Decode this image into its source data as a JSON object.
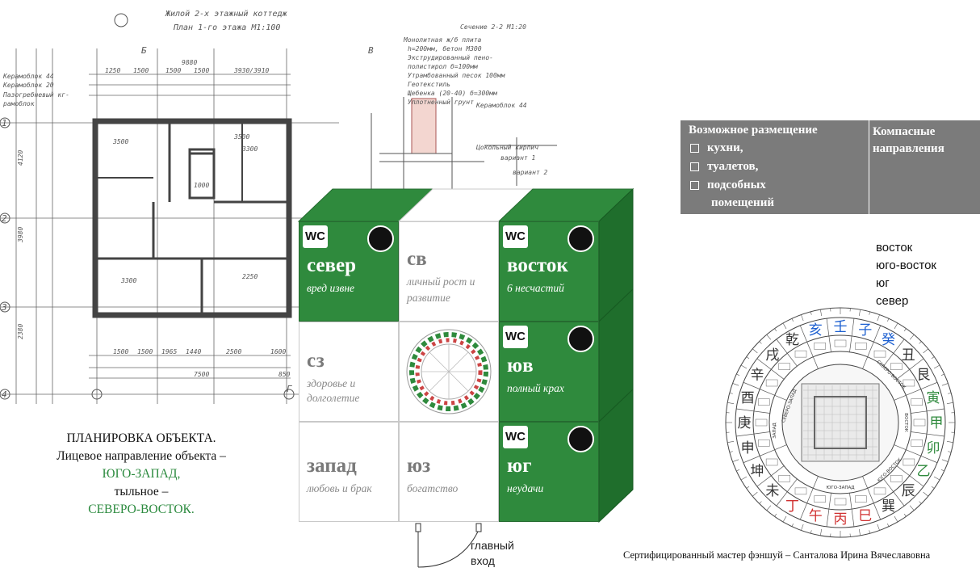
{
  "blueprint": {
    "title_line1": "Жилой 2-х этажный коттедж",
    "title_line2": "План 1-го этажа М1:100",
    "section_title": "Сечение 2-2 М1:20",
    "notes": [
      "Монолитная ж/б плита",
      "h=200мм, бетон М300",
      "Экструдированный пено-",
      "полистирол б=100мм",
      "Утрамбованный песок 100мм",
      "Геотекстиль",
      "Щебенка (20-40) б=300мм",
      "Уплотненный грунт",
      "Керамоблок 44",
      "Цокольный кирпич",
      "вариант 1",
      "вариант 2"
    ],
    "left_notes": [
      "Керамоблок 44",
      "Керамоблок 20",
      "Пазогребневый кг-",
      "рамоблок"
    ],
    "dims_top": [
      "9880",
      "1250",
      "1500",
      "1500",
      "1500",
      "3930/3910"
    ],
    "dims_inner": [
      "3500",
      "3500",
      "3300",
      "3300",
      "1000"
    ],
    "dims_left": [
      "4120",
      "3980",
      "2380"
    ],
    "dims_bottom": [
      "1500",
      "1500",
      "1965",
      "1440",
      "2500",
      "2250",
      "1600",
      "7500",
      "850"
    ],
    "axis_labels": [
      "Б",
      "В",
      "Г",
      "1",
      "2",
      "3",
      "4"
    ]
  },
  "caption": {
    "line1": "ПЛАНИРОВКА ОБЪЕКТА.",
    "line2": "Лицевое направление объекта –",
    "line3": "ЮГО-ЗАПАД,",
    "line4": "тыльное –",
    "line5": "СЕВЕРО-ВОСТОК."
  },
  "grid": {
    "wc_label": "WC",
    "cells": [
      {
        "name": "север",
        "desc1": "вред извне",
        "desc2": ""
      },
      {
        "name": "св",
        "desc1": "личный рост и",
        "desc2": "развитие"
      },
      {
        "name": "восток",
        "desc1": "6 несчастий",
        "desc2": ""
      },
      {
        "name": "сз",
        "desc1": "здоровье и",
        "desc2": "долголетие"
      },
      {
        "name": "юв",
        "desc1": "полный крах",
        "desc2": ""
      },
      {
        "name": "запад",
        "desc1": "любовь и брак",
        "desc2": ""
      },
      {
        "name": "юз",
        "desc1": "богатство",
        "desc2": ""
      },
      {
        "name": "юг",
        "desc1": "неудачи",
        "desc2": ""
      }
    ],
    "entrance_line1": "главный",
    "entrance_line2": "вход"
  },
  "table": {
    "col1_head": "Возможное размещение",
    "items": [
      "кухни,",
      "туалетов,",
      "подсобных",
      "помещений"
    ],
    "col2_line1": "Компасные",
    "col2_line2": "направления"
  },
  "directions": [
    "восток",
    "юго-восток",
    "юг",
    "север"
  ],
  "compass": {
    "chars_outer": [
      "壬",
      "子",
      "癸",
      "丑",
      "艮",
      "寅",
      "甲",
      "卯",
      "乙",
      "辰",
      "巽",
      "巳",
      "丙",
      "午",
      "丁",
      "未",
      "坤",
      "申",
      "庚",
      "酉",
      "辛",
      "戌",
      "乾",
      "亥"
    ],
    "labels": [
      "СЕВЕРО-ЗАПАД",
      "ЮГО-ЗАПАД",
      "ЮГО-ВОСТОК",
      "СЕВЕРО-ВОСТОК",
      "ЗАПАД",
      "ВОСТОК"
    ]
  },
  "credit": "Сертифицированный  мастер фэншуй – Санталова Ирина Вячеславовна",
  "colors": {
    "green": "#2f8a3d",
    "dark_green": "#1f6e2c",
    "table_gray": "#7b7b7b",
    "text_green": "#2b8a3e"
  }
}
